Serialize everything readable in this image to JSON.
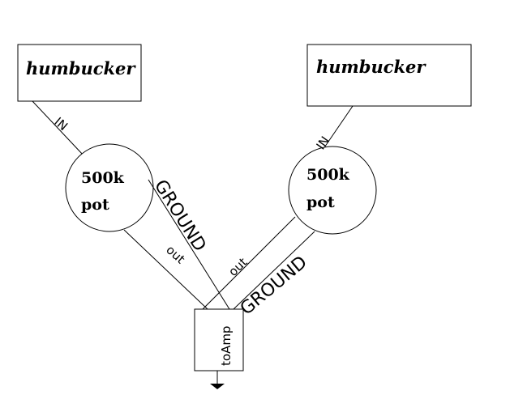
{
  "pickups": [
    {
      "label": "humbucker"
    },
    {
      "label": "humbucker"
    }
  ],
  "pots": [
    {
      "line1": "500k",
      "line2": "pot"
    },
    {
      "line1": "500k",
      "line2": "pot"
    }
  ],
  "wire_labels": {
    "in_left": "IN",
    "in_right": "IN",
    "ground_left": "GROUND",
    "ground_right": "GROUND",
    "out_left": "out",
    "out_right": "out"
  },
  "jack": {
    "label": "toAmp"
  },
  "colors": {
    "stroke": "#000000",
    "background": "#ffffff"
  }
}
